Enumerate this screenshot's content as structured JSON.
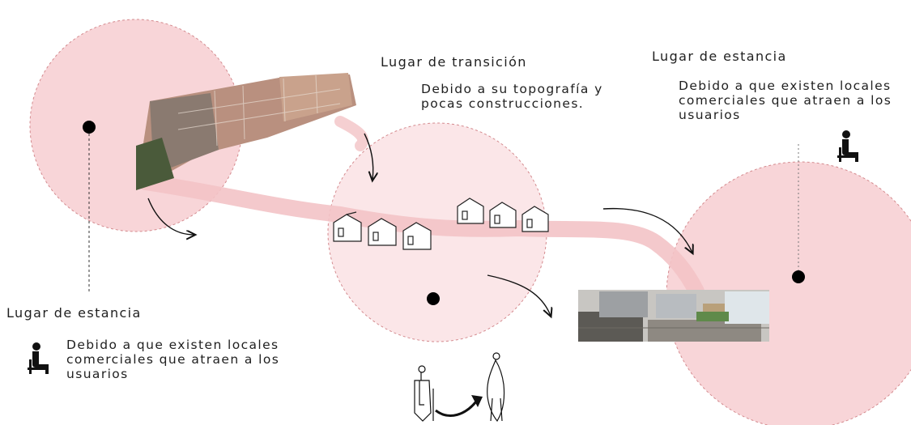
{
  "zones": [
    {
      "id": "left",
      "title": "Lugar de estancia",
      "description": "Debido a que existen locales\ncomerciales que atraen a los\nusuarios"
    },
    {
      "id": "middle",
      "title": "Lugar de transición",
      "description": "Debido a su topografía y\npocas construcciones."
    },
    {
      "id": "right",
      "title": "Lugar de estancia",
      "description": "Debido a que existen locales\ncomerciales que atraen a los\nusuarios"
    }
  ],
  "colors": {
    "zone_fill": "#f7d3d6",
    "zone_border": "#d48a8e",
    "path": "#f3c3c6",
    "dot": "#000000",
    "ink": "#1f1f1f"
  },
  "icons": {
    "left_person": "seated-person-icon",
    "right_person": "seated-person-icon"
  }
}
